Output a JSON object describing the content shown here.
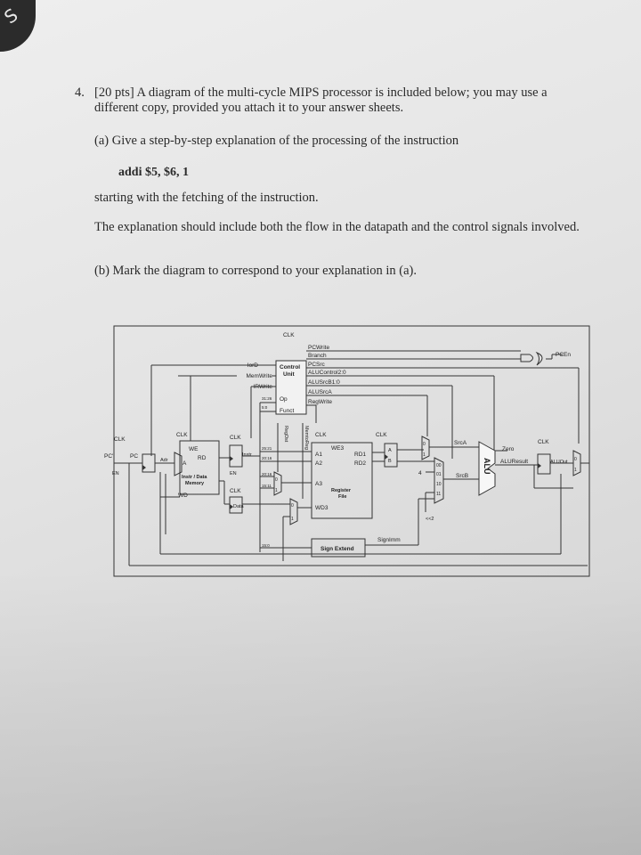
{
  "corner": {
    "text": "S"
  },
  "question": {
    "number": "4.",
    "text": "[20 pts] A diagram of the multi-cycle MIPS processor is included below; you may use a different copy, provided you attach it to your answer sheets.",
    "part_a": "(a) Give a step-by-step explanation of the processing of the instruction",
    "instruction": "addi $5, $6, 1",
    "starting": "starting with the fetching of the instruction.",
    "explanation": "The explanation should include both the flow in the datapath and the control signals involved.",
    "part_b": "(b) Mark the diagram to correspond to your explanation in (a)."
  },
  "diagram": {
    "clk": "CLK",
    "control_unit": [
      "Control",
      "Unit"
    ],
    "control_left": [
      "IorD",
      "MemWrite",
      "IRWrite"
    ],
    "control_right": [
      "PCWrite",
      "Branch",
      "PCSrc",
      "ALUControl2:0",
      "ALUSrcB1:0",
      "ALUSrcA",
      "RegWrite"
    ],
    "op": "Op",
    "funct": "Funct",
    "op_bits": "31:26",
    "funct_bits": "5:0",
    "pcen": "PCEn",
    "pc_prime": "PC'",
    "pc": "PC",
    "en": "EN",
    "adr": "Adr",
    "we": "WE",
    "a": "A",
    "rd": "RD",
    "memory": [
      "Instr / Data",
      "Memory"
    ],
    "wd": "WD",
    "instr": "Instr",
    "data": "Data",
    "instr_bits": [
      "25:21",
      "20:16",
      "20:16",
      "15:11",
      "15:0"
    ],
    "regdst": "RegDst",
    "memtoreg": "MemtoReg",
    "rf_ports": [
      "WE3",
      "A1",
      "A2",
      "A3",
      "WD3",
      "RD1",
      "RD2"
    ],
    "register_file": [
      "Register",
      "File"
    ],
    "ab": [
      "A",
      "B"
    ],
    "srca": "SrcA",
    "srcb": "SrcB",
    "four": "4",
    "mux4_inputs": [
      "00",
      "01",
      "10",
      "11"
    ],
    "shift": "<<2",
    "alu": "ALU",
    "zero": "Zero",
    "aluresult": "ALUResult",
    "aluout": "ALUOut",
    "signimm": "SignImm",
    "sign_extend": "Sign Extend",
    "mux_bits": [
      "0",
      "1"
    ]
  }
}
